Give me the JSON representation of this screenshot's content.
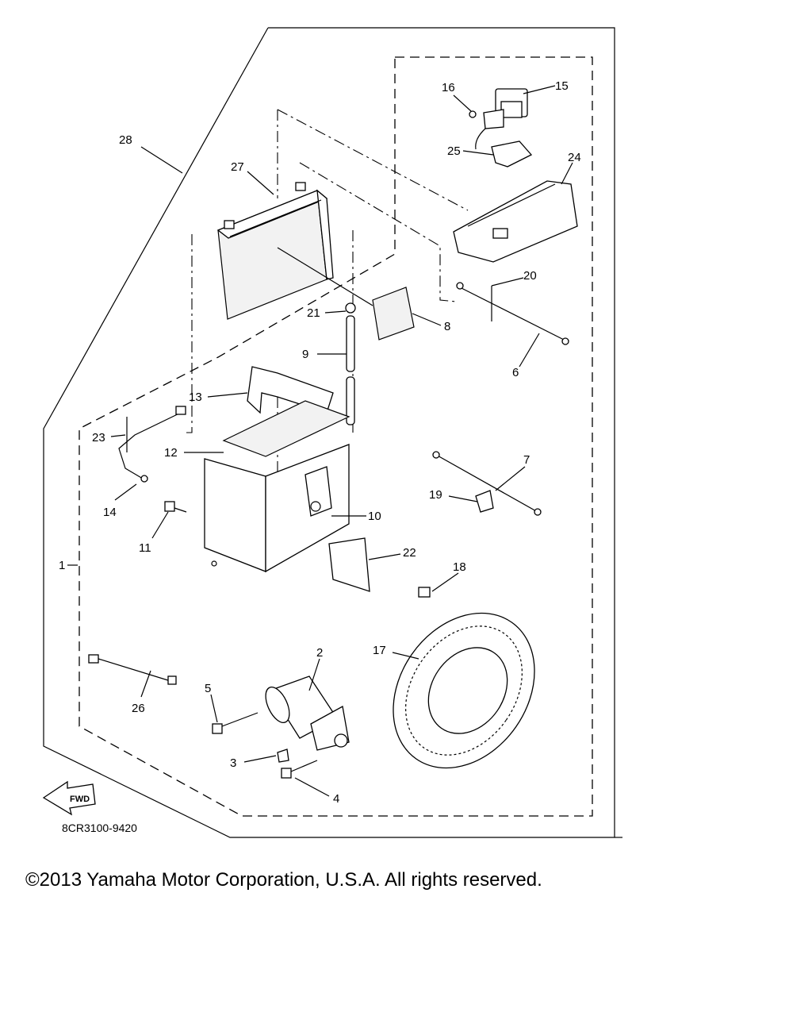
{
  "diagram": {
    "callouts": [
      "1",
      "2",
      "3",
      "4",
      "5",
      "6",
      "7",
      "8",
      "9",
      "10",
      "11",
      "12",
      "13",
      "14",
      "15",
      "16",
      "17",
      "18",
      "19",
      "20",
      "21",
      "22",
      "23",
      "24",
      "25",
      "26",
      "27",
      "28"
    ],
    "figure_code": "8CR3100-9420",
    "fwd_label": "FWD"
  },
  "copyright": "©2013 Yamaha Motor Corporation, U.S.A. All rights reserved."
}
